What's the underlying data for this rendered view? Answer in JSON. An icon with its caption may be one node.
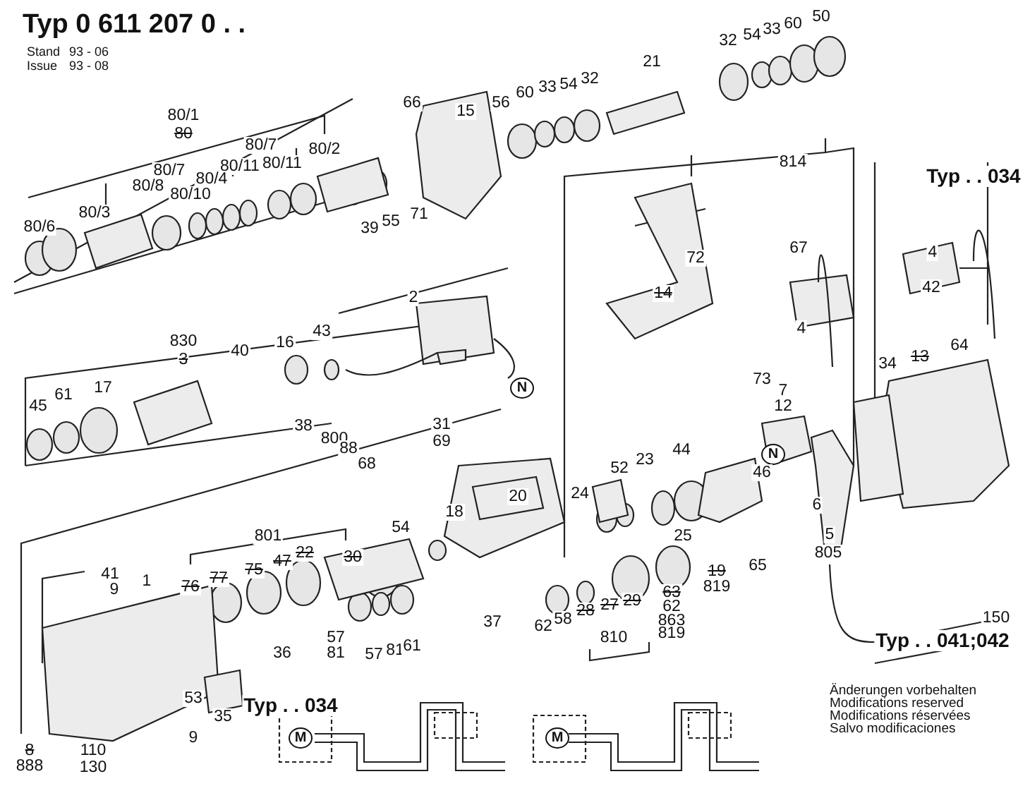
{
  "diagram": {
    "title": "Typ 0 611 207 0 . .",
    "labels": [
      "Stand",
      "93 - 06",
      "Issue",
      "93 - 08",
      "80/1",
      "80",
      "66",
      "15",
      "56",
      "60",
      "33",
      "54",
      "32",
      "21",
      "32",
      "54",
      "33",
      "60",
      "50",
      "80/7",
      "80/2",
      "80/11",
      "80/11",
      "80/7",
      "80/4",
      "80/8",
      "80/10",
      "80/3",
      "80/6",
      "39",
      "55",
      "71",
      "814",
      "Typ . . 034",
      "72",
      "14",
      "67",
      "4",
      "4",
      "42",
      "2",
      "830",
      "3",
      "40",
      "16",
      "43",
      "34",
      "13",
      "64",
      "73",
      "7",
      "N",
      "61",
      "17",
      "45",
      "12",
      "38",
      "800",
      "31",
      "88",
      "69",
      "N",
      "68",
      "52",
      "23",
      "46",
      "44",
      "24",
      "20",
      "6",
      "18",
      "54",
      "801",
      "25",
      "5",
      "805",
      "30",
      "22",
      "47",
      "75",
      "77",
      "76",
      "41",
      "9",
      "1",
      "65",
      "19",
      "819",
      "63",
      "62",
      "29",
      "27",
      "28",
      "37",
      "62",
      "58",
      "863",
      "150",
      "57",
      "810",
      "819",
      "Typ . . 041;042",
      "57",
      "81",
      "61",
      "81",
      "36",
      "53",
      "Typ . . 034",
      "35",
      "9",
      "M",
      "M",
      "8",
      "110",
      "130",
      "888",
      "Änderungen vorbehalten",
      "Modifications reserved",
      "Modifications réservées",
      "Salvo modificaciones"
    ]
  }
}
